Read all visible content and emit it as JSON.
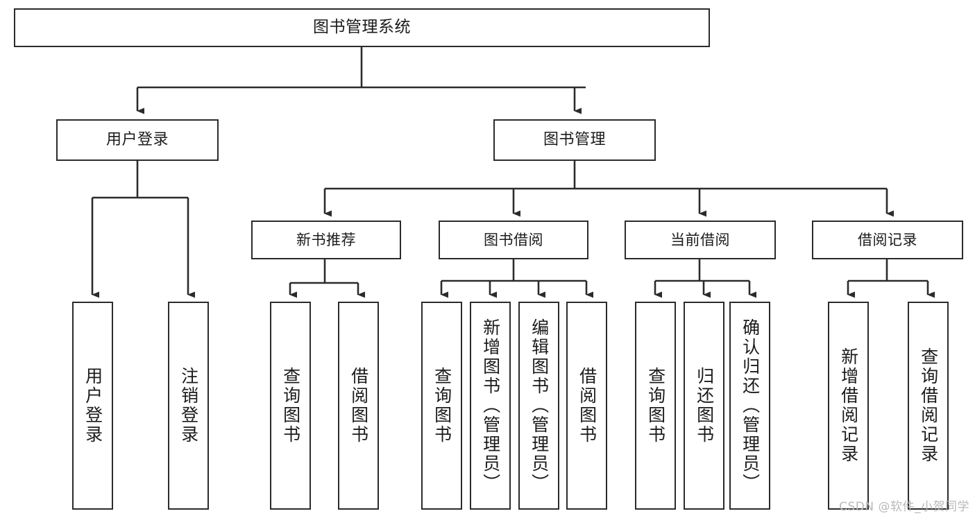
{
  "diagram": {
    "title": "图书管理系统",
    "type": "tree-hierarchy-chart",
    "orientation": "top-down",
    "colors": {
      "box_border": "#2b2b2b",
      "box_fill": "#ffffff",
      "edge": "#2b2b2b",
      "text": "#1b1b1b",
      "watermark": "#b9b9b9",
      "background": "#ffffff"
    }
  },
  "watermark": {
    "text": "CSDN @软件_小贺同学"
  },
  "nodes": {
    "root": {
      "label": "图书管理系统"
    },
    "level2": [
      {
        "label": "用户登录"
      },
      {
        "label": "图书管理"
      }
    ],
    "level3": [
      {
        "label": "新书推荐"
      },
      {
        "label": "图书借阅"
      },
      {
        "label": "当前借阅"
      },
      {
        "label": "借阅记录"
      }
    ],
    "leaves": {
      "user_login": [
        {
          "label": "用户登录"
        },
        {
          "label": "注销登录"
        }
      ],
      "new_book_recommend": [
        {
          "label": "查询图书"
        },
        {
          "label": "借阅图书"
        }
      ],
      "book_borrow": [
        {
          "label": "查询图书"
        },
        {
          "label": "新增图书（管理员）"
        },
        {
          "label": "编辑图书（管理员）"
        },
        {
          "label": "借阅图书"
        }
      ],
      "current_borrow": [
        {
          "label": "查询图书"
        },
        {
          "label": "归还图书"
        },
        {
          "label": "确认归还（管理员）"
        }
      ],
      "borrow_records": [
        {
          "label": "新增借阅记录"
        },
        {
          "label": "查询借阅记录"
        }
      ]
    }
  }
}
